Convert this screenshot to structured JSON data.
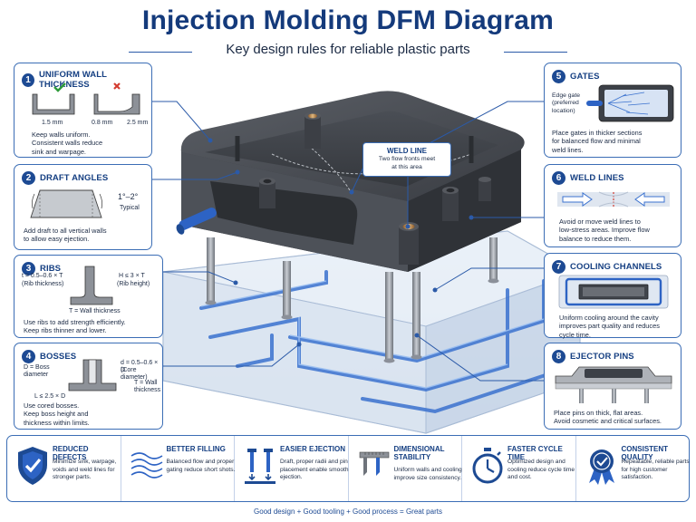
{
  "header": {
    "title": "Injection Molding DFM Diagram",
    "subtitle": "Key design rules for reliable plastic parts"
  },
  "panels": {
    "wall": {
      "number": "1",
      "title": "UNIFORM WALL THICKNESS",
      "dim_left": "1.5 mm",
      "dim_mid": "0.8 mm",
      "dim_right": "2.5 mm",
      "text": [
        "Keep walls uniform.",
        "Consistent walls reduce",
        "sink and warpage."
      ]
    },
    "draft": {
      "number": "2",
      "title": "DRAFT ANGLES",
      "angle": "1°–2°",
      "angle_note": "Typical",
      "text": [
        "Add draft to all vertical walls",
        "to allow easy ejection."
      ]
    },
    "ribs": {
      "number": "3",
      "title": "RIBS",
      "t_rule": "t = 0.5–0.6 × T",
      "t_note": "(Rib thickness)",
      "h_rule": "H ≤ 3 × T",
      "h_note": "(Rib height)",
      "T_rule": "T = Wall thickness",
      "text": [
        "Use ribs to add strength efficiently.",
        "Keep ribs thinner and lower."
      ]
    },
    "bosses": {
      "number": "4",
      "title": "BOSSES",
      "d_rule": "D = Boss",
      "d_note": "diameter",
      "core_rule": "d = 0.5–0.6 × D",
      "core_note": "(Core diameter)",
      "t_rule": "T = Wall",
      "t_note": "thickness",
      "l_rule": "L ≤ 2.5 × D",
      "text": [
        "Use cored bosses.",
        "Keep boss height and",
        "thickness within limits."
      ]
    },
    "gates": {
      "number": "5",
      "title": "GATES",
      "label": [
        "Edge gate",
        "(preferred",
        "location)"
      ],
      "text": [
        "Place gates in thicker sections",
        "for balanced flow and minimal",
        "weld lines."
      ]
    },
    "weld": {
      "number": "6",
      "title": "WELD LINES",
      "text": [
        "Avoid or move weld lines to",
        "low-stress areas. Improve flow",
        "balance to reduce them."
      ]
    },
    "cooling": {
      "number": "7",
      "title": "COOLING CHANNELS",
      "text": [
        "Uniform cooling around the cavity",
        "improves part quality and reduces",
        "cycle time."
      ]
    },
    "ejector": {
      "number": "8",
      "title": "EJECTOR PINS",
      "text": [
        "Place pins on thick, flat areas.",
        "Avoid cosmetic and critical surfaces."
      ]
    }
  },
  "callout": {
    "title": "WELD LINE",
    "text": [
      "Two flow fronts meet",
      "at this area"
    ]
  },
  "benefits": [
    {
      "title": "REDUCED DEFECTS",
      "text": "Minimize sink, warpage, voids and weld lines for stronger parts.",
      "icon": "shield-check-icon"
    },
    {
      "title": "BETTER FILLING",
      "text": "Balanced flow and proper gating reduce short shots.",
      "icon": "flow-lines-icon"
    },
    {
      "title": "EASIER EJECTION",
      "text": "Draft, proper radii and pin placement enable smooth ejection.",
      "icon": "ejector-pins-icon"
    },
    {
      "title": "DIMENSIONAL STABILITY",
      "text": "Uniform walls and cooling improve size consistency.",
      "icon": "caliper-icon"
    },
    {
      "title": "FASTER CYCLE TIME",
      "text": "Optimized design and cooling reduce cycle time and cost.",
      "icon": "stopwatch-icon"
    },
    {
      "title": "CONSISTENT QUALITY",
      "text": "Repeatable, reliable parts for high customer satisfaction.",
      "icon": "award-ribbon-icon"
    }
  ],
  "footer": "Good design + Good tooling + Good process = Great parts",
  "colors": {
    "navy": "#143a7b",
    "accent_blue": "#3b6db5",
    "part_gray": "#474b52",
    "mold_clear": "#dfe8f3",
    "check_green": "#2e9a3a",
    "cross_red": "#d33b2f"
  }
}
